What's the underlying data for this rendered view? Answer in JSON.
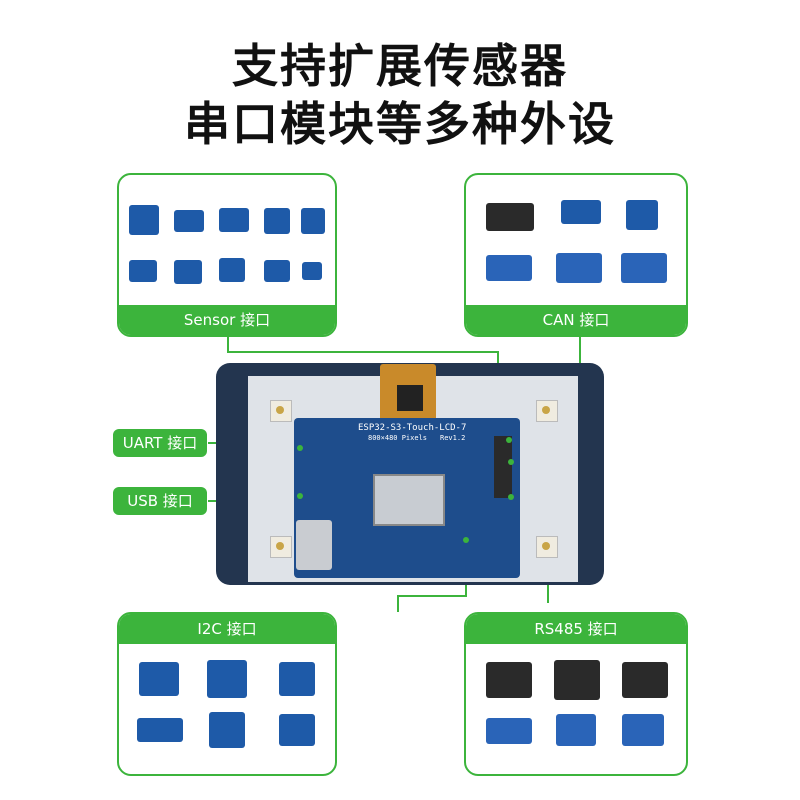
{
  "title": {
    "line1": "支持扩展传感器",
    "line2": "串口模块等多种外设"
  },
  "labels": {
    "sensor": "Sensor 接口",
    "can": "CAN 接口",
    "uart": "UART 接口",
    "usb": "USB 接口",
    "i2c": "I2C 接口",
    "rs485": "RS485 接口"
  },
  "board": {
    "name": "ESP32-S3-Touch-LCD-7",
    "resolution": "800×480 Pixels",
    "rev": "Rev1.2"
  },
  "colors": {
    "accent": "#3cb43c",
    "pcb": "#1e4d8c",
    "device_frame": "#23354f"
  }
}
